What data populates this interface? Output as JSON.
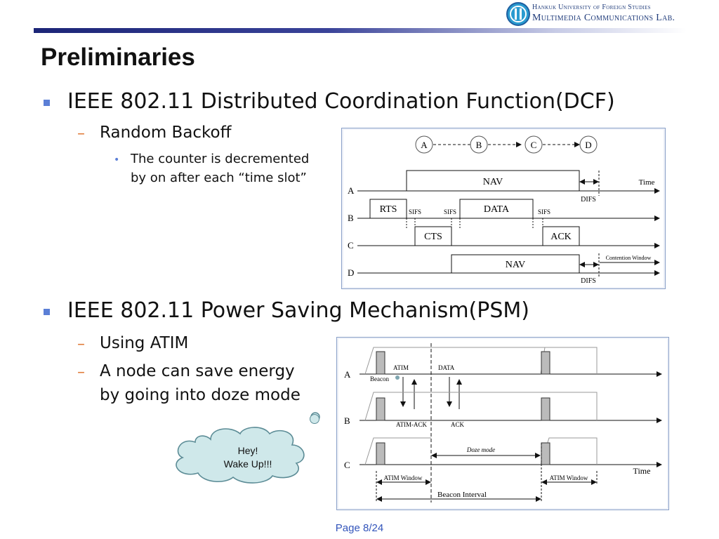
{
  "header": {
    "org_line1": "Hankuk University of Foreign Studies",
    "org_line2": "Multimedia Communications Lab."
  },
  "slide": {
    "title": "Preliminaries",
    "bullet1": "IEEE 802.11 Distributed Coordination Function(DCF)",
    "bullet1_sub1": "Random Backoff",
    "bullet1_sub1_item_line1": "The counter is decremented",
    "bullet1_sub1_item_line2": "by on after each “time slot”",
    "bullet2": "IEEE 802.11 Power Saving Mechanism(PSM)",
    "bullet2_sub1": "Using ATIM",
    "bullet2_sub2_line1": "A node can save energy",
    "bullet2_sub2_line2": "by going into doze mode",
    "cloud_line1": "Hey!",
    "cloud_line2": "Wake Up!!!"
  },
  "dcf_figure": {
    "nodes": [
      "A",
      "B",
      "C",
      "D"
    ],
    "rows": [
      "A",
      "B",
      "C",
      "D"
    ],
    "nav_a": "NAV",
    "rts": "RTS",
    "data": "DATA",
    "cts": "CTS",
    "ack": "ACK",
    "nav_d": "NAV",
    "sifs": "SIFS",
    "difs": "DIFS",
    "time": "Time",
    "contention_window": "Contention Window"
  },
  "psm_figure": {
    "rows": [
      "A",
      "B",
      "C"
    ],
    "beacon": "Beacon",
    "atim": "ATIM",
    "data": "DATA",
    "atim_ack": "ATIM-ACK",
    "ack": "ACK",
    "doze_mode": "Doze mode",
    "time": "Time",
    "atim_window": "ATIM Window",
    "beacon_interval": "Beacon Interval"
  },
  "footer": {
    "page_label": "Page ",
    "page_current": "8",
    "page_total": "/24"
  },
  "colors": {
    "accent_blue": "#5b7fd6",
    "dash_orange": "#e07b39",
    "title_rule": "#1c2577",
    "cloud_fill": "#cfe8ea"
  }
}
